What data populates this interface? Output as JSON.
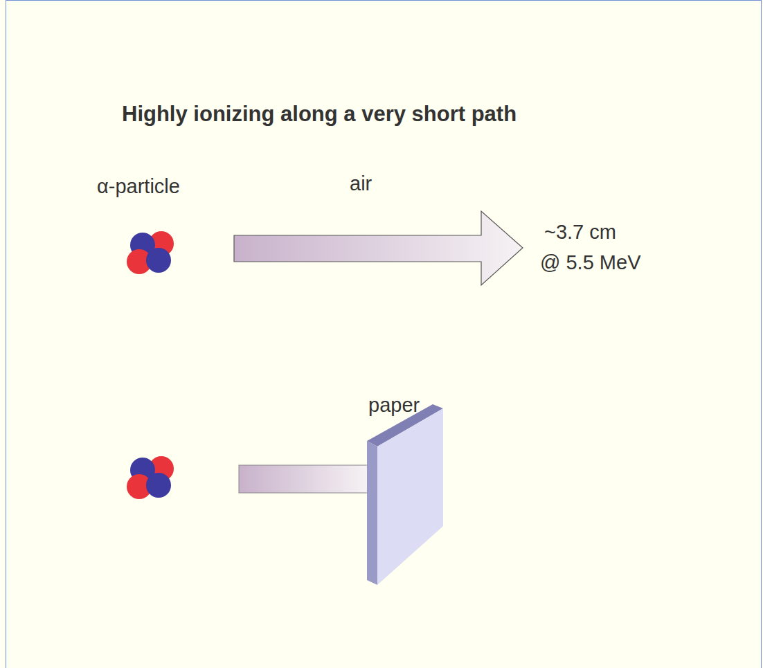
{
  "diagram": {
    "title": "Highly ionizing along a very short path",
    "labels": [
      "α-particle",
      "air",
      "~3.7 cm",
      "@ 5.5 MeV",
      "paper"
    ]
  }
}
